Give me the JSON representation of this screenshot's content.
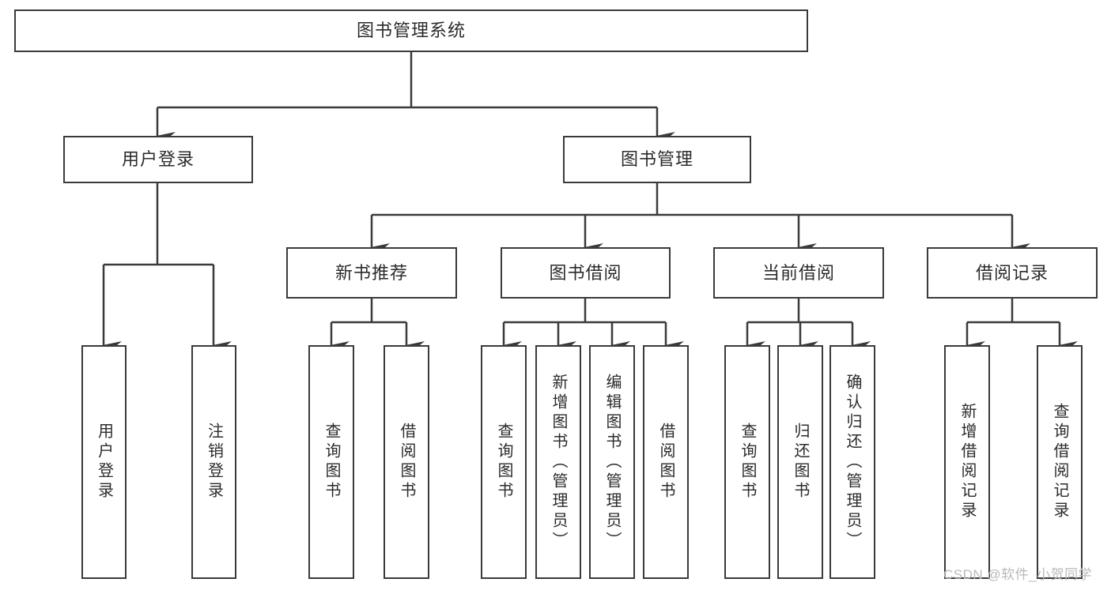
{
  "diagram": {
    "type": "tree",
    "title": "图书管理系统",
    "watermark": "CSDN @软件_小贺同学",
    "colors": {
      "background": "#ffffff",
      "border": "#3a3a3a",
      "text": "#2b2b2b",
      "watermark": "#b9b9b9"
    },
    "root": {
      "id": "root",
      "label": "图书管理系统"
    },
    "level1": [
      {
        "id": "l1-0",
        "label": "用户登录"
      },
      {
        "id": "l1-1",
        "label": "图书管理"
      }
    ],
    "level2": [
      {
        "id": "l2-0",
        "label": "新书推荐",
        "parent": "l1-1"
      },
      {
        "id": "l2-1",
        "label": "图书借阅",
        "parent": "l1-1"
      },
      {
        "id": "l2-2",
        "label": "当前借阅",
        "parent": "l1-1"
      },
      {
        "id": "l2-3",
        "label": "借阅记录",
        "parent": "l1-1"
      }
    ],
    "leaves": [
      {
        "id": "leaf-0",
        "label": "用户登录",
        "parent": "l1-0"
      },
      {
        "id": "leaf-1",
        "label": "注销登录",
        "parent": "l1-0"
      },
      {
        "id": "leaf-2",
        "label": "查询图书",
        "parent": "l2-0"
      },
      {
        "id": "leaf-3",
        "label": "借阅图书",
        "parent": "l2-0"
      },
      {
        "id": "leaf-4",
        "label": "查询图书",
        "parent": "l2-1"
      },
      {
        "id": "leaf-5",
        "label": "新增图书（管理员）",
        "parent": "l2-1"
      },
      {
        "id": "leaf-6",
        "label": "编辑图书（管理员）",
        "parent": "l2-1"
      },
      {
        "id": "leaf-7",
        "label": "借阅图书",
        "parent": "l2-1"
      },
      {
        "id": "leaf-8",
        "label": "查询图书",
        "parent": "l2-2"
      },
      {
        "id": "leaf-9",
        "label": "归还图书",
        "parent": "l2-2"
      },
      {
        "id": "leaf-10",
        "label": "确认归还（管理员）",
        "parent": "l2-2"
      },
      {
        "id": "leaf-11",
        "label": "新增借阅记录",
        "parent": "l2-3"
      },
      {
        "id": "leaf-12",
        "label": "查询借阅记录",
        "parent": "l2-3"
      }
    ]
  }
}
